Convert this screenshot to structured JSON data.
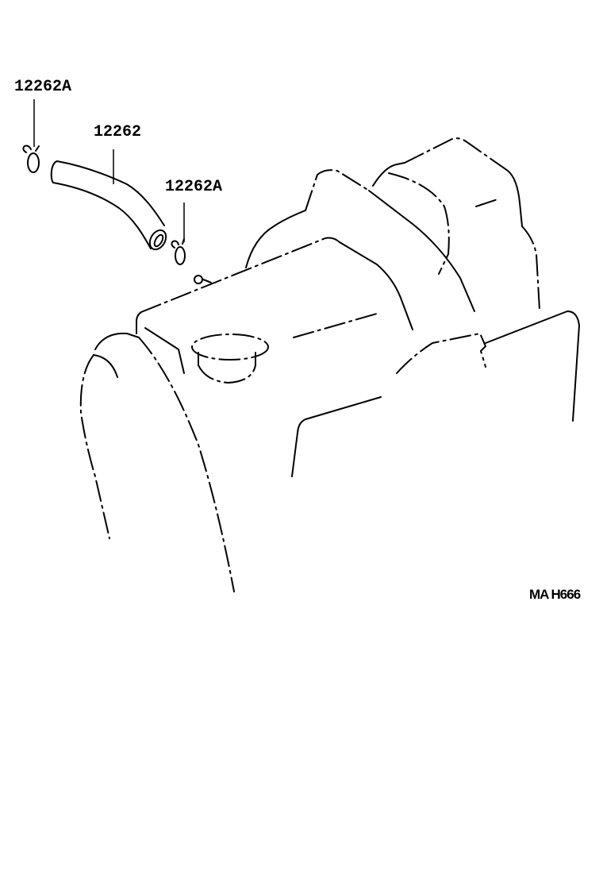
{
  "diagram": {
    "type": "exploded-parts-diagram",
    "callouts": [
      {
        "id": "clip-left",
        "part_number": "12262A"
      },
      {
        "id": "hose",
        "part_number": "12262"
      },
      {
        "id": "clip-right",
        "part_number": "12262A"
      }
    ],
    "illustration_code": "MA H666"
  }
}
